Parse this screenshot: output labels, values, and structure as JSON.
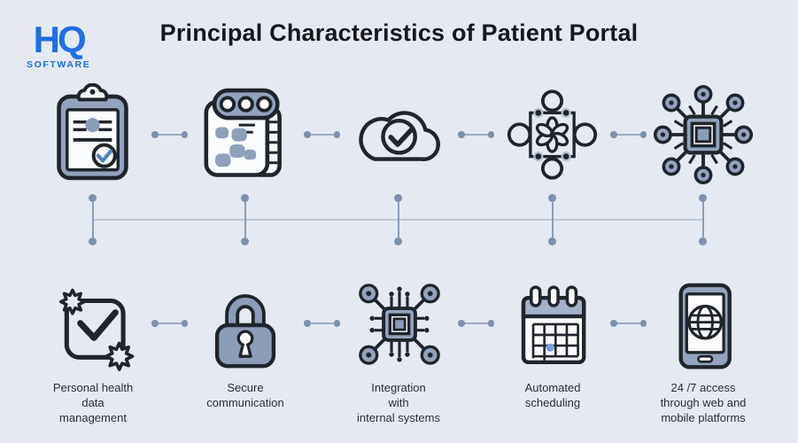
{
  "logo": {
    "text": "HQ",
    "subtext": "SOFTWARE"
  },
  "title": "Principal Characteristics of Patient Portal",
  "colors": {
    "background": "#e5e9f1",
    "title_text": "#15181d",
    "label_text": "#2b2f36",
    "logo_blue": "#1f6fe2",
    "connector": "#7d91ae",
    "icon_outline": "#20242b",
    "icon_fill_blue_gray": "#93a3bd",
    "accent_blue_check": "#4d82c4"
  },
  "columns": [
    {
      "top_icon": "clipboard-checklist-icon",
      "bottom_icon": "settings-check-icon",
      "label": "Personal health\ndata\nmanagement"
    },
    {
      "top_icon": "notepad-messages-icon",
      "bottom_icon": "padlock-icon",
      "label": "Secure\ncommunication"
    },
    {
      "top_icon": "cloud-check-icon",
      "bottom_icon": "chip-circuit-icon",
      "label": "Integration\nwith\ninternal systems"
    },
    {
      "top_icon": "workflow-automation-icon",
      "bottom_icon": "calendar-icon",
      "label": "Automated\nscheduling"
    },
    {
      "top_icon": "chip-network-icon",
      "bottom_icon": "mobile-globe-icon",
      "label": "24 /7 access\nthrough web and\nmobile platforms"
    }
  ]
}
